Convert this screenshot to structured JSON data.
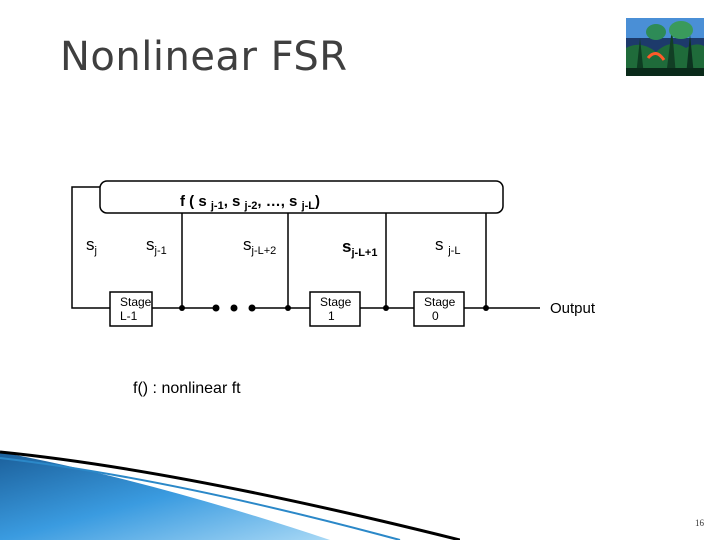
{
  "slide": {
    "title": "Nonlinear FSR",
    "page_number": "16"
  },
  "function_box": {
    "label_prefix": "f ( s ",
    "arg1_sub": "j-1",
    "sep1": ", s ",
    "arg2_sub": "j-2",
    "sep2": ", …, s ",
    "arg3_sub": "j-L",
    "label_suffix": ")"
  },
  "signals": [
    {
      "base": "s",
      "sub": "j"
    },
    {
      "base": "s",
      "sub": "j-1"
    },
    {
      "base": "s",
      "sub": "j-L+2"
    },
    {
      "base": "s",
      "sub": "j-L+1"
    },
    {
      "base": "s ",
      "sub": "j-L"
    }
  ],
  "stages": [
    {
      "line1": "Stage",
      "line2": "L-1"
    },
    {
      "line1": "Stage",
      "line2": "1"
    },
    {
      "line1": "Stage",
      "line2": "0"
    }
  ],
  "output_label": "Output",
  "footnote": "f() : nonlinear ft",
  "colors": {
    "title": "#3f3f3f",
    "line": "#000000",
    "swoosh_blue": "#2b88c8"
  },
  "icons": [
    "forest-logo-icon"
  ]
}
